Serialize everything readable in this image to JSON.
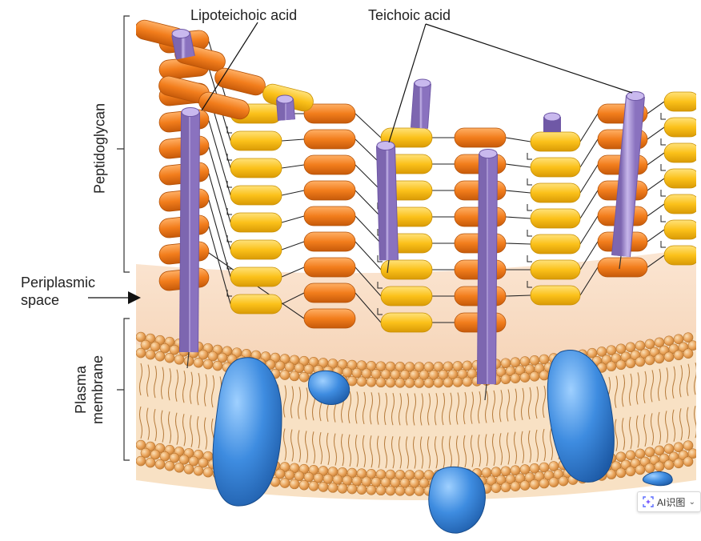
{
  "labels": {
    "lipoteichoic_acid": "Lipoteichoic acid",
    "teichoic_acid": "Teichoic acid",
    "peptidoglycan": "Peptidoglycan",
    "periplasmic_line1": "Periplasmic",
    "periplasmic_line2": "space",
    "plasma_line1": "Plasma",
    "plasma_line2": "membrane"
  },
  "overlay_button": {
    "label": "AI识图",
    "chevron": "⌄"
  },
  "colors": {
    "orange_subunit": "#f07d1e",
    "yellow_subunit": "#fbc21a",
    "teichoic_rod": "#9c86c9",
    "lipid_head": "#e8a55c",
    "membrane_protein": "#2f77c8",
    "periplasm": "#f6d7bd"
  },
  "icons": [
    "ai-scan-icon",
    "chevron-down-icon"
  ]
}
